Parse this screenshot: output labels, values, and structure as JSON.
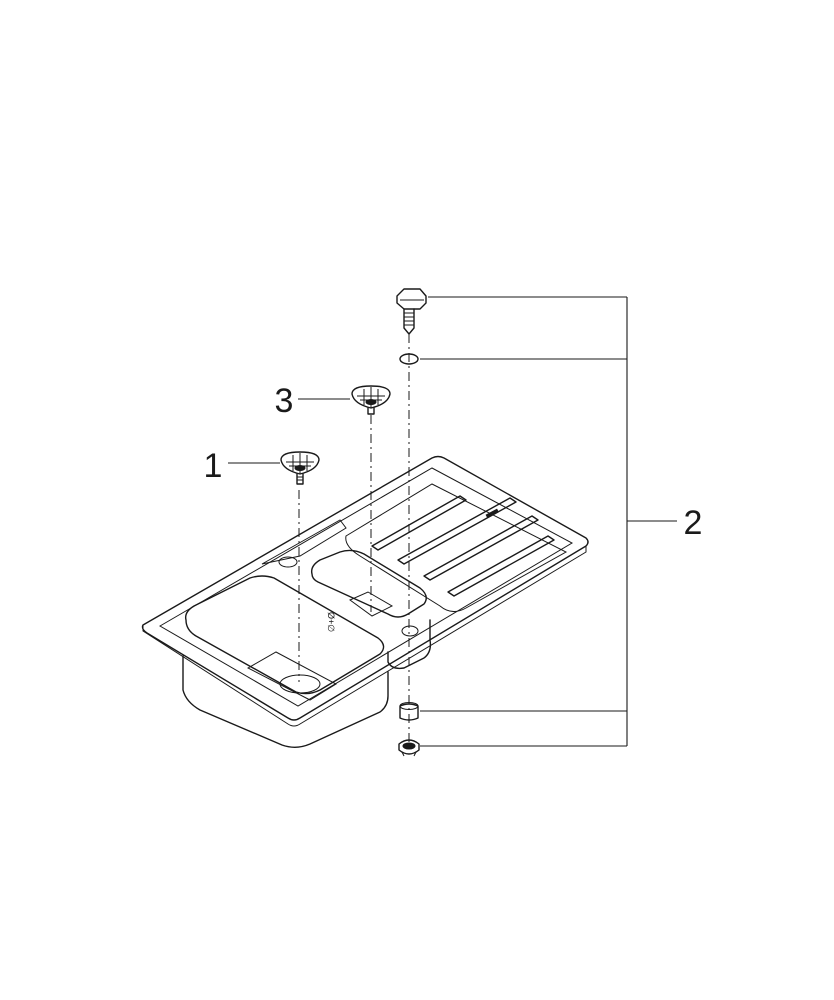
{
  "callouts": [
    {
      "number": "1",
      "part": "basket-strainer-main-bowl"
    },
    {
      "number": "2",
      "part": "waste-overflow-set"
    },
    {
      "number": "3",
      "part": "basket-strainer-half-bowl"
    }
  ],
  "sink_mark": "Ø+∅",
  "colors": {
    "line": "#1a1a1a",
    "background": "#ffffff"
  }
}
